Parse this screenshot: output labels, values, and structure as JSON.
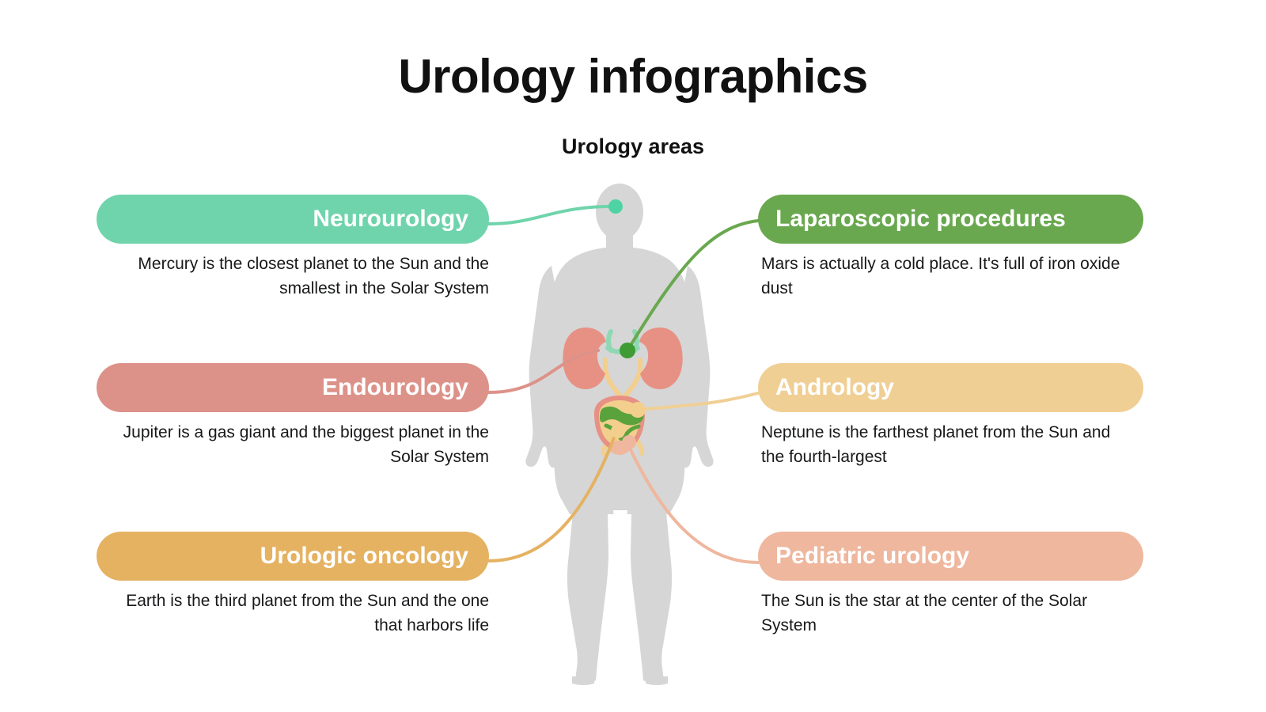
{
  "header": {
    "title": "Urology infographics",
    "subtitle": "Urology areas"
  },
  "colors": {
    "neurourology": "#6fd4ab",
    "laparoscopic": "#6aa84f",
    "endourology": "#dd9289",
    "andrology": "#f0cf95",
    "urologic_oncology": "#e5b262",
    "pediatric_urology": "#eeb79e",
    "body_silhouette": "#d6d6d6",
    "kidney": "#e79184",
    "ureter": "#f3cf8e",
    "bladder_interior": "#5aa33c",
    "text_dark": "#17181a",
    "background": "#ffffff"
  },
  "items": [
    {
      "id": "neurourology",
      "label": "Neurourology",
      "description": "Mercury is the closest planet to the Sun and the smallest in the Solar System",
      "side": "left",
      "color": "#6fd4ab",
      "anchor": "head"
    },
    {
      "id": "laparoscopic-procedures",
      "label": "Laparoscopic procedures",
      "description": "Mars is actually a cold place. It's full of iron oxide dust",
      "side": "right",
      "color": "#6aa84f",
      "anchor": "renal-vessels"
    },
    {
      "id": "endourology",
      "label": "Endourology",
      "description": "Jupiter is a gas giant and the biggest planet in the Solar System",
      "side": "left",
      "color": "#dd9289",
      "anchor": "left-kidney"
    },
    {
      "id": "andrology",
      "label": "Andrology",
      "description": "Neptune is the farthest planet from the Sun and the fourth-largest",
      "side": "right",
      "color": "#f0cf95",
      "anchor": "bladder-upper-right"
    },
    {
      "id": "urologic-oncology",
      "label": "Urologic oncology",
      "description": "Earth is the third planet from the Sun and the one that harbors life",
      "side": "left",
      "color": "#e5b262",
      "anchor": "bladder-lower"
    },
    {
      "id": "pediatric-urology",
      "label": "Pediatric urology",
      "description": "The Sun is the star at the center of the Solar System",
      "side": "right",
      "color": "#eeb79e",
      "anchor": "prostate"
    }
  ],
  "illustration": {
    "name": "human-body-urinary-system",
    "organs": [
      "left-kidney",
      "right-kidney",
      "renal-vessels",
      "ureters",
      "bladder",
      "prostate"
    ]
  }
}
